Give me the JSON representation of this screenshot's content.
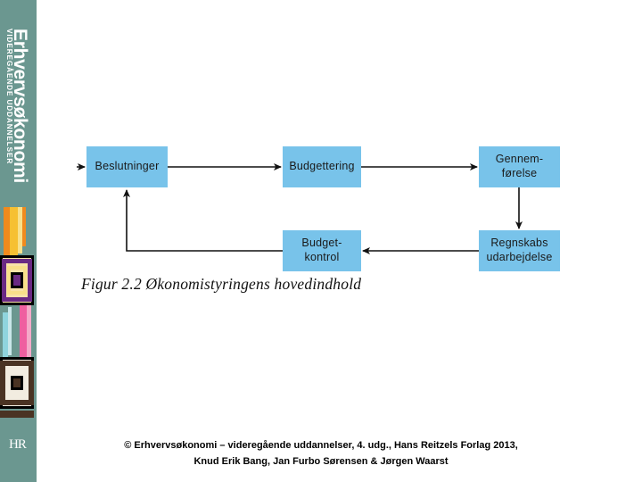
{
  "sidebar": {
    "background_color": "#6b9790",
    "brand_title": "Erhvervsøkonomi",
    "brand_subtitle": "VIDEREGÅENDE UDDANNELSER",
    "publisher_logo": "HR",
    "ornament_colors": [
      "#f08a1e",
      "#f6c032",
      "#f8e08a",
      "#6a2a84",
      "#ef5fa0",
      "#8fd4dd",
      "#4a3323",
      "#f2ece0"
    ]
  },
  "figure": {
    "caption": "Figur 2.2 Økonomistyringens hovedindhold",
    "node_fill_color": "#78c3ea",
    "nodes": [
      {
        "id": "beslutninger",
        "label": "Beslutninger"
      },
      {
        "id": "budgettering",
        "label": "Budgettering"
      },
      {
        "id": "gennemforelse",
        "label": "Gennem-\nførelse"
      },
      {
        "id": "budgetkontrol",
        "label": "Budget-\nkontrol"
      },
      {
        "id": "regnskabs",
        "label": "Regnskabs\nudarbejdelse"
      }
    ],
    "edges": [
      {
        "from": "external",
        "to": "beslutninger",
        "direction": "right"
      },
      {
        "from": "beslutninger",
        "to": "budgettering",
        "direction": "right"
      },
      {
        "from": "budgettering",
        "to": "gennemforelse",
        "direction": "right"
      },
      {
        "from": "gennemforelse",
        "to": "regnskabs",
        "direction": "down"
      },
      {
        "from": "regnskabs",
        "to": "budgetkontrol",
        "direction": "left"
      },
      {
        "from": "budgetkontrol",
        "to": "beslutninger",
        "direction": "loop-up"
      }
    ]
  },
  "footer": {
    "line1": "© Erhvervsøkonomi – videregående uddannelser, 4. udg., Hans Reitzels Forlag 2013,",
    "line2": "Knud Erik Bang, Jan Furbo Sørensen & Jørgen Waarst"
  }
}
